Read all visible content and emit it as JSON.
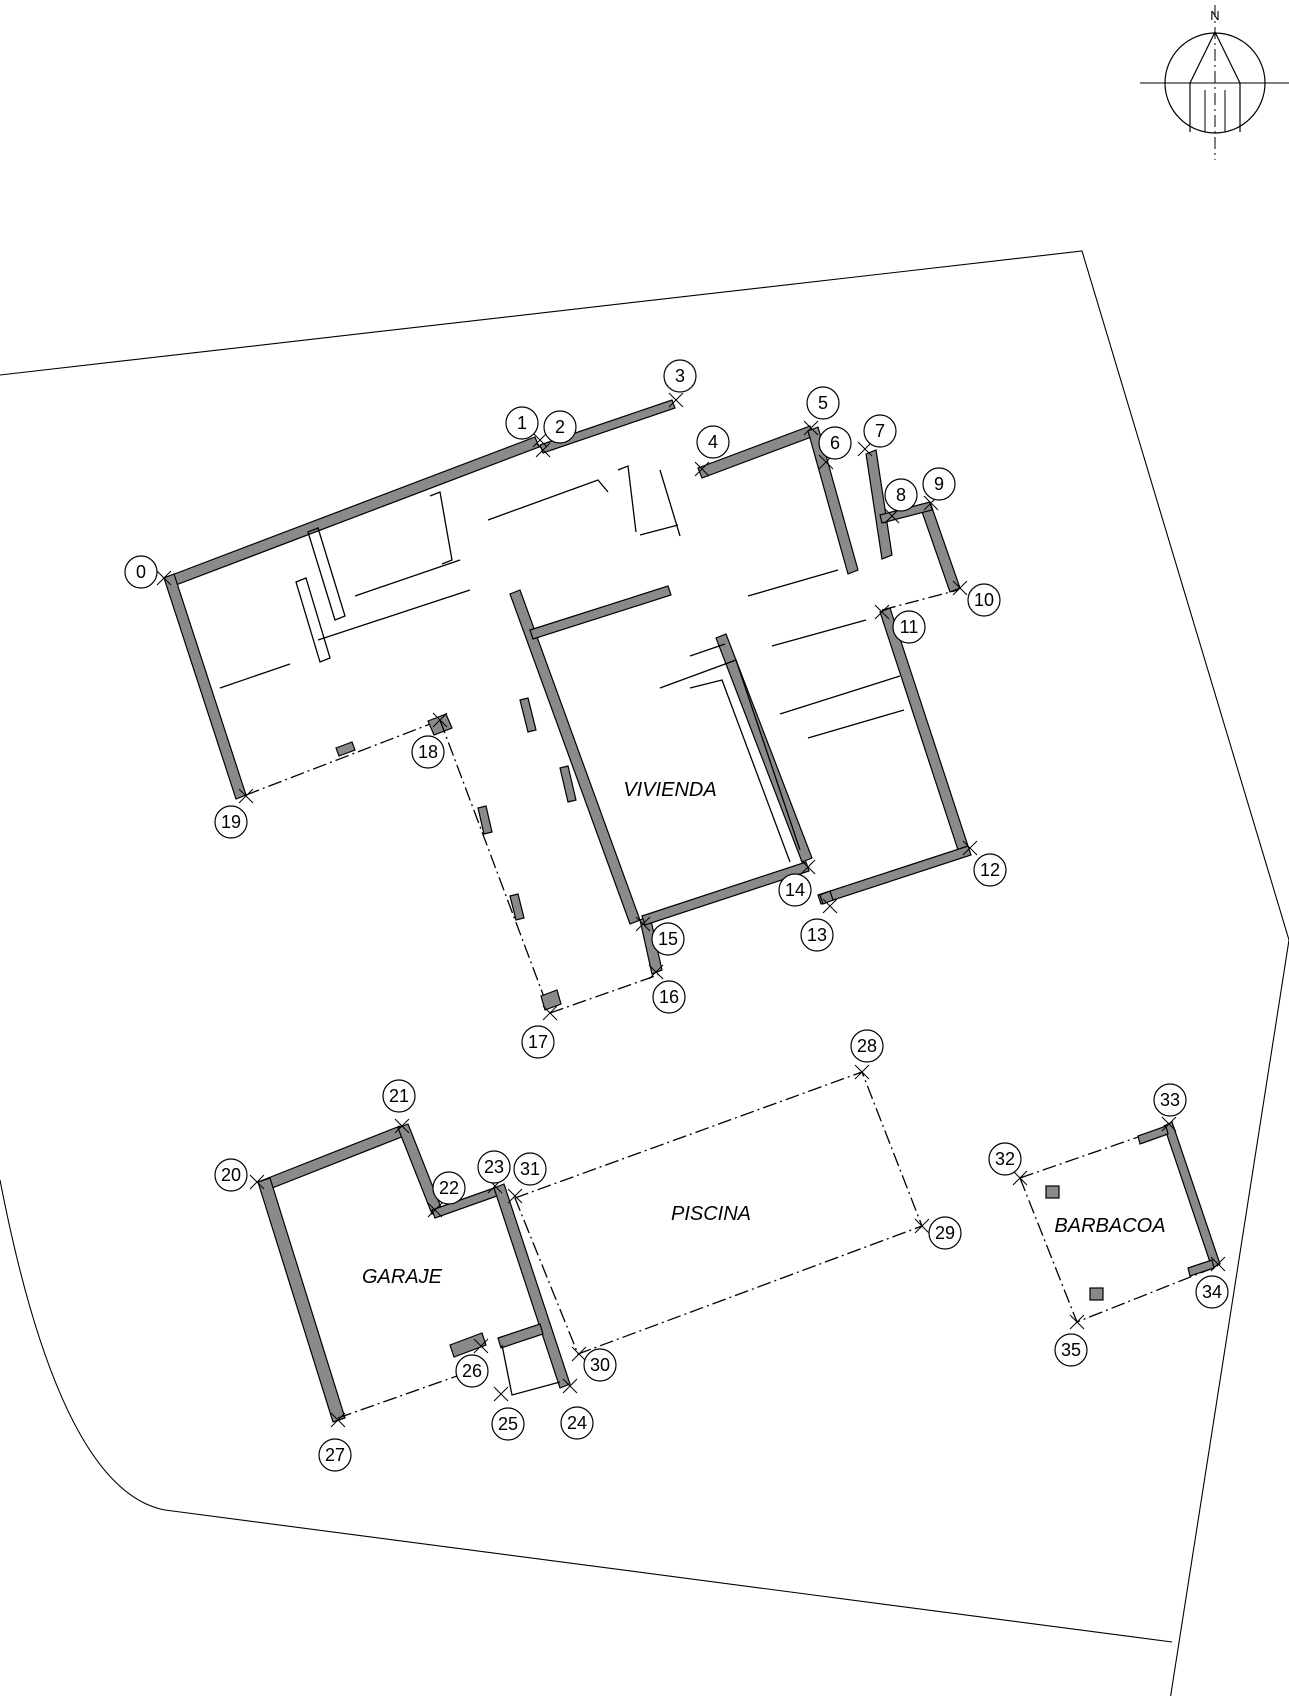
{
  "north": {
    "letter": "N"
  },
  "labels": {
    "vivienda": "VIVIENDA",
    "piscina": "PISCINA",
    "garaje": "GARAJE",
    "barbacoa": "BARBACOA"
  },
  "points": [
    "0",
    "1",
    "2",
    "3",
    "4",
    "5",
    "6",
    "7",
    "8",
    "9",
    "10",
    "11",
    "12",
    "13",
    "14",
    "15",
    "16",
    "17",
    "18",
    "19",
    "20",
    "21",
    "22",
    "23",
    "24",
    "25",
    "26",
    "27",
    "28",
    "29",
    "30",
    "31",
    "32",
    "33",
    "34",
    "35"
  ]
}
